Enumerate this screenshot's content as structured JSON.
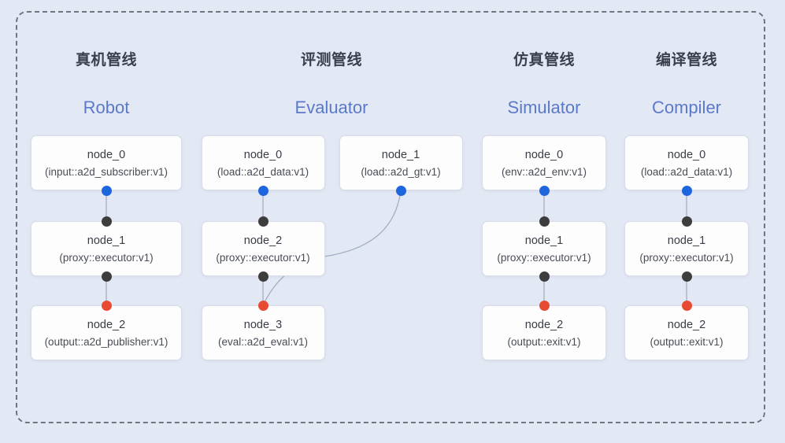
{
  "diagram": {
    "colors": {
      "background": "#e3e8f5",
      "frame_dash": "#70767f",
      "node_fill": "#fdfdfe",
      "node_border": "#d9dde7",
      "edge_stroke": "#a3aec3",
      "port_blue": "#1e66dd",
      "port_dark": "#3d3d3d",
      "port_red": "#e74a33",
      "title_zh_color": "#3a3f4b",
      "title_en_color": "#5b79ca"
    },
    "pipelines": [
      {
        "title_zh": "真机管线",
        "title_en": "Robot",
        "nodes": [
          {
            "id": "r0",
            "name": "node_0",
            "type": "(input::a2d_subscriber:v1)",
            "col": 0,
            "row": 0,
            "out_port": "blue"
          },
          {
            "id": "r1",
            "name": "node_1",
            "type": "(proxy::executor:v1)",
            "col": 0,
            "row": 1,
            "in_port": "dark",
            "out_port": "dark"
          },
          {
            "id": "r2",
            "name": "node_2",
            "type": "(output::a2d_publisher:v1)",
            "col": 0,
            "row": 2,
            "in_port": "red"
          }
        ]
      },
      {
        "title_zh": "评测管线",
        "title_en": "Evaluator",
        "nodes": [
          {
            "id": "e0",
            "name": "node_0",
            "type": "(load::a2d_data:v1)",
            "col": 1,
            "row": 0,
            "out_port": "blue"
          },
          {
            "id": "e1",
            "name": "node_1",
            "type": "(load::a2d_gt:v1)",
            "col": 2,
            "row": 0,
            "out_port": "blue"
          },
          {
            "id": "e2",
            "name": "node_2",
            "type": "(proxy::executor:v1)",
            "col": 1,
            "row": 1,
            "in_port": "dark",
            "out_port": "dark"
          },
          {
            "id": "e3",
            "name": "node_3",
            "type": "(eval::a2d_eval:v1)",
            "col": 1,
            "row": 2,
            "in_port": "red"
          }
        ]
      },
      {
        "title_zh": "仿真管线",
        "title_en": "Simulator",
        "nodes": [
          {
            "id": "s0",
            "name": "node_0",
            "type": "(env::a2d_env:v1)",
            "col": 3,
            "row": 0,
            "out_port": "blue"
          },
          {
            "id": "s1",
            "name": "node_1",
            "type": "(proxy::executor:v1)",
            "col": 3,
            "row": 1,
            "in_port": "dark",
            "out_port": "dark"
          },
          {
            "id": "s2",
            "name": "node_2",
            "type": "(output::exit:v1)",
            "col": 3,
            "row": 2,
            "in_port": "red"
          }
        ]
      },
      {
        "title_zh": "编译管线",
        "title_en": "Compiler",
        "nodes": [
          {
            "id": "c0",
            "name": "node_0",
            "type": "(load::a2d_data:v1)",
            "col": 4,
            "row": 0,
            "out_port": "blue"
          },
          {
            "id": "c1",
            "name": "node_1",
            "type": "(proxy::executor:v1)",
            "col": 4,
            "row": 1,
            "in_port": "dark",
            "out_port": "dark"
          },
          {
            "id": "c2",
            "name": "node_2",
            "type": "(output::exit:v1)",
            "col": 4,
            "row": 2,
            "in_port": "red"
          }
        ]
      }
    ],
    "edges": [
      {
        "from": "r0",
        "to": "r1"
      },
      {
        "from": "r1",
        "to": "r2"
      },
      {
        "from": "e0",
        "to": "e2"
      },
      {
        "from": "e2",
        "to": "e3"
      },
      {
        "from": "e1",
        "to": "e3",
        "curved": true
      },
      {
        "from": "s0",
        "to": "s1"
      },
      {
        "from": "s1",
        "to": "s2"
      },
      {
        "from": "c0",
        "to": "c1"
      },
      {
        "from": "c1",
        "to": "c2"
      }
    ]
  }
}
